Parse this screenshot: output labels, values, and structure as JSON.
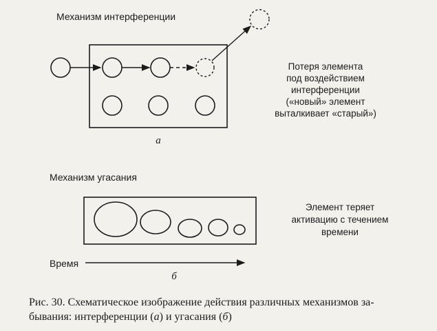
{
  "panel_a": {
    "title": "Механизм интерференции",
    "note_lines": [
      "Потеря элемента",
      "под воздействием",
      "интерференции",
      "(«новый» элемент",
      "выталкивает «старый»)"
    ],
    "sublabel": "а"
  },
  "panel_b": {
    "title": "Механизм угасания",
    "note_lines": [
      "Элемент теряет",
      "активацию с течением",
      "времени"
    ],
    "axis_label": "Время",
    "sublabel": "б"
  },
  "caption": {
    "prefix": "Рис. 30. Схематическое изображение действия различных механизмов за-",
    "line2_start": "бывания: интерференции (",
    "a": "а",
    "mid": ") и угасания (",
    "b": "б",
    "end": ")"
  }
}
